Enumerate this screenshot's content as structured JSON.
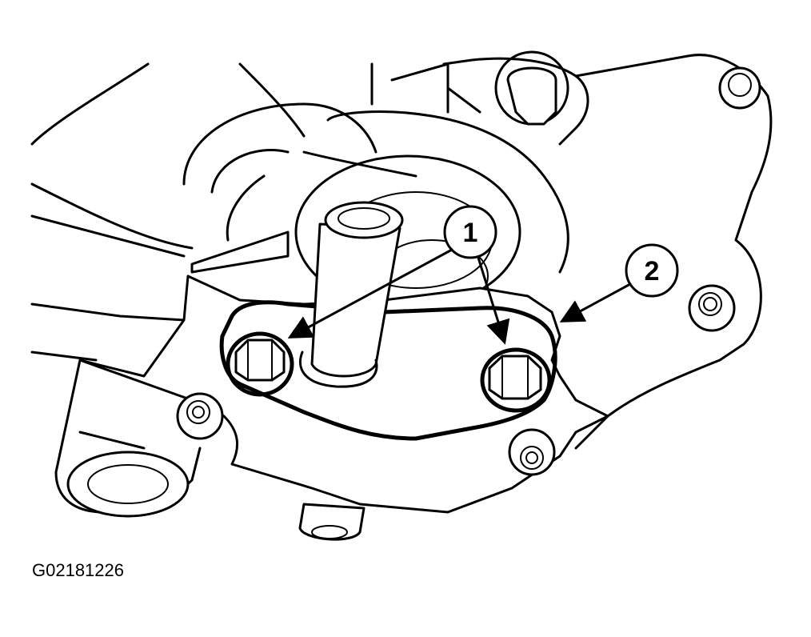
{
  "figure_code": "G02181226",
  "callouts": [
    {
      "id": "1",
      "label": "1"
    },
    {
      "id": "2",
      "label": "2"
    }
  ],
  "colors": {
    "line": "#000000",
    "background": "#ffffff"
  }
}
